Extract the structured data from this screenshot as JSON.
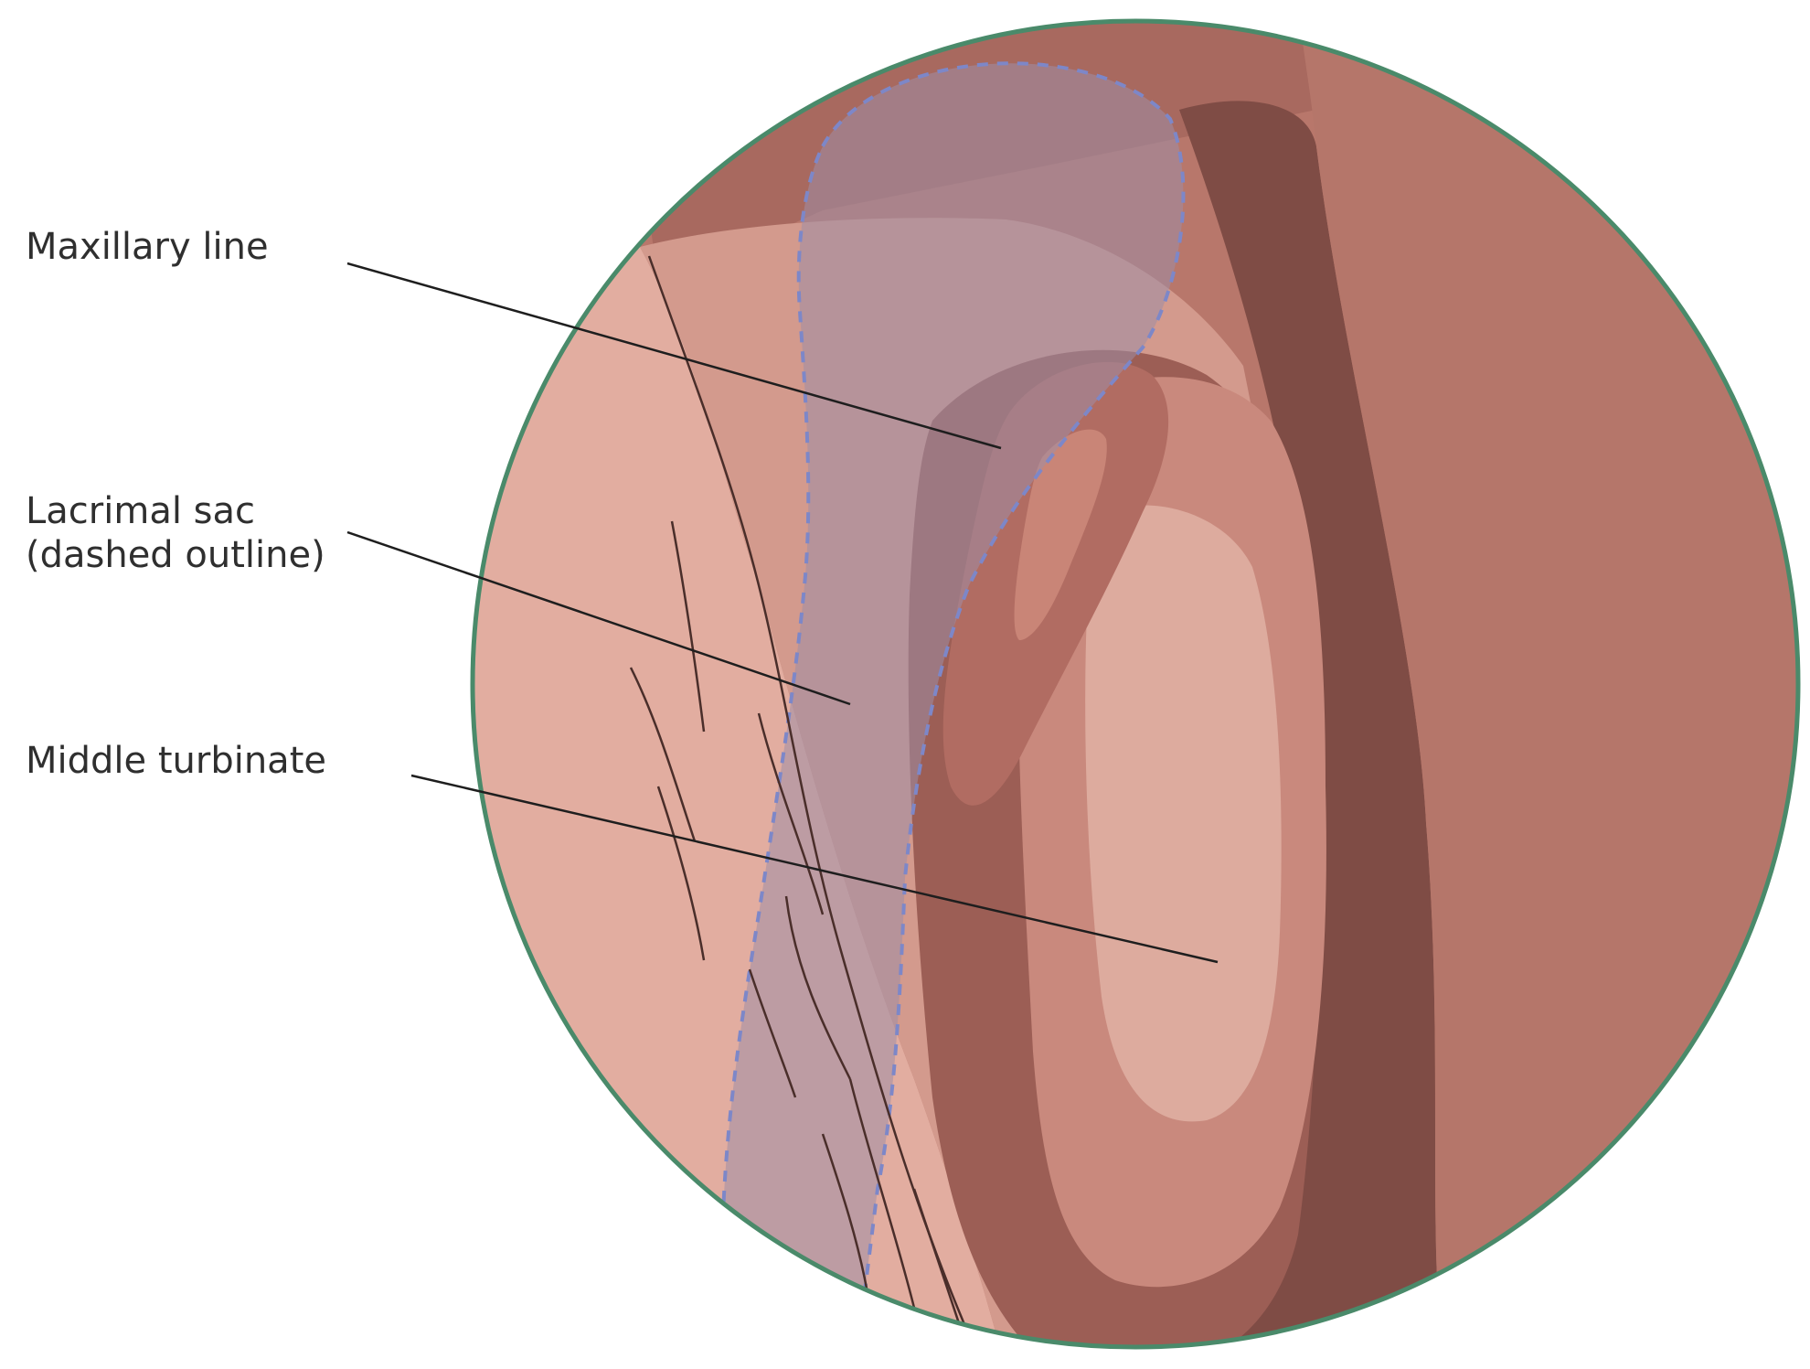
{
  "labels": {
    "maxillary_line": "Maxillary line",
    "lacrimal_sac_line1": "Lacrimal sac",
    "lacrimal_sac_line2": "(dashed outline)",
    "middle_turbinate": "Middle turbinate"
  },
  "colors": {
    "circle_border": "#4a8a6a",
    "background_tissue": "#b8776b",
    "left_septum": "#e2ada0",
    "dark_groove": "#7f4c45",
    "mid_tissue": "#a9665c",
    "turbinate_outer": "#c9897d",
    "turbinate_inner": "#ddab9e",
    "uncinate": "#b16c62",
    "lacrimal_fill": "#9e8ea6",
    "lacrimal_dash": "#7d87c8",
    "leader_line": "#1e1e1e"
  }
}
